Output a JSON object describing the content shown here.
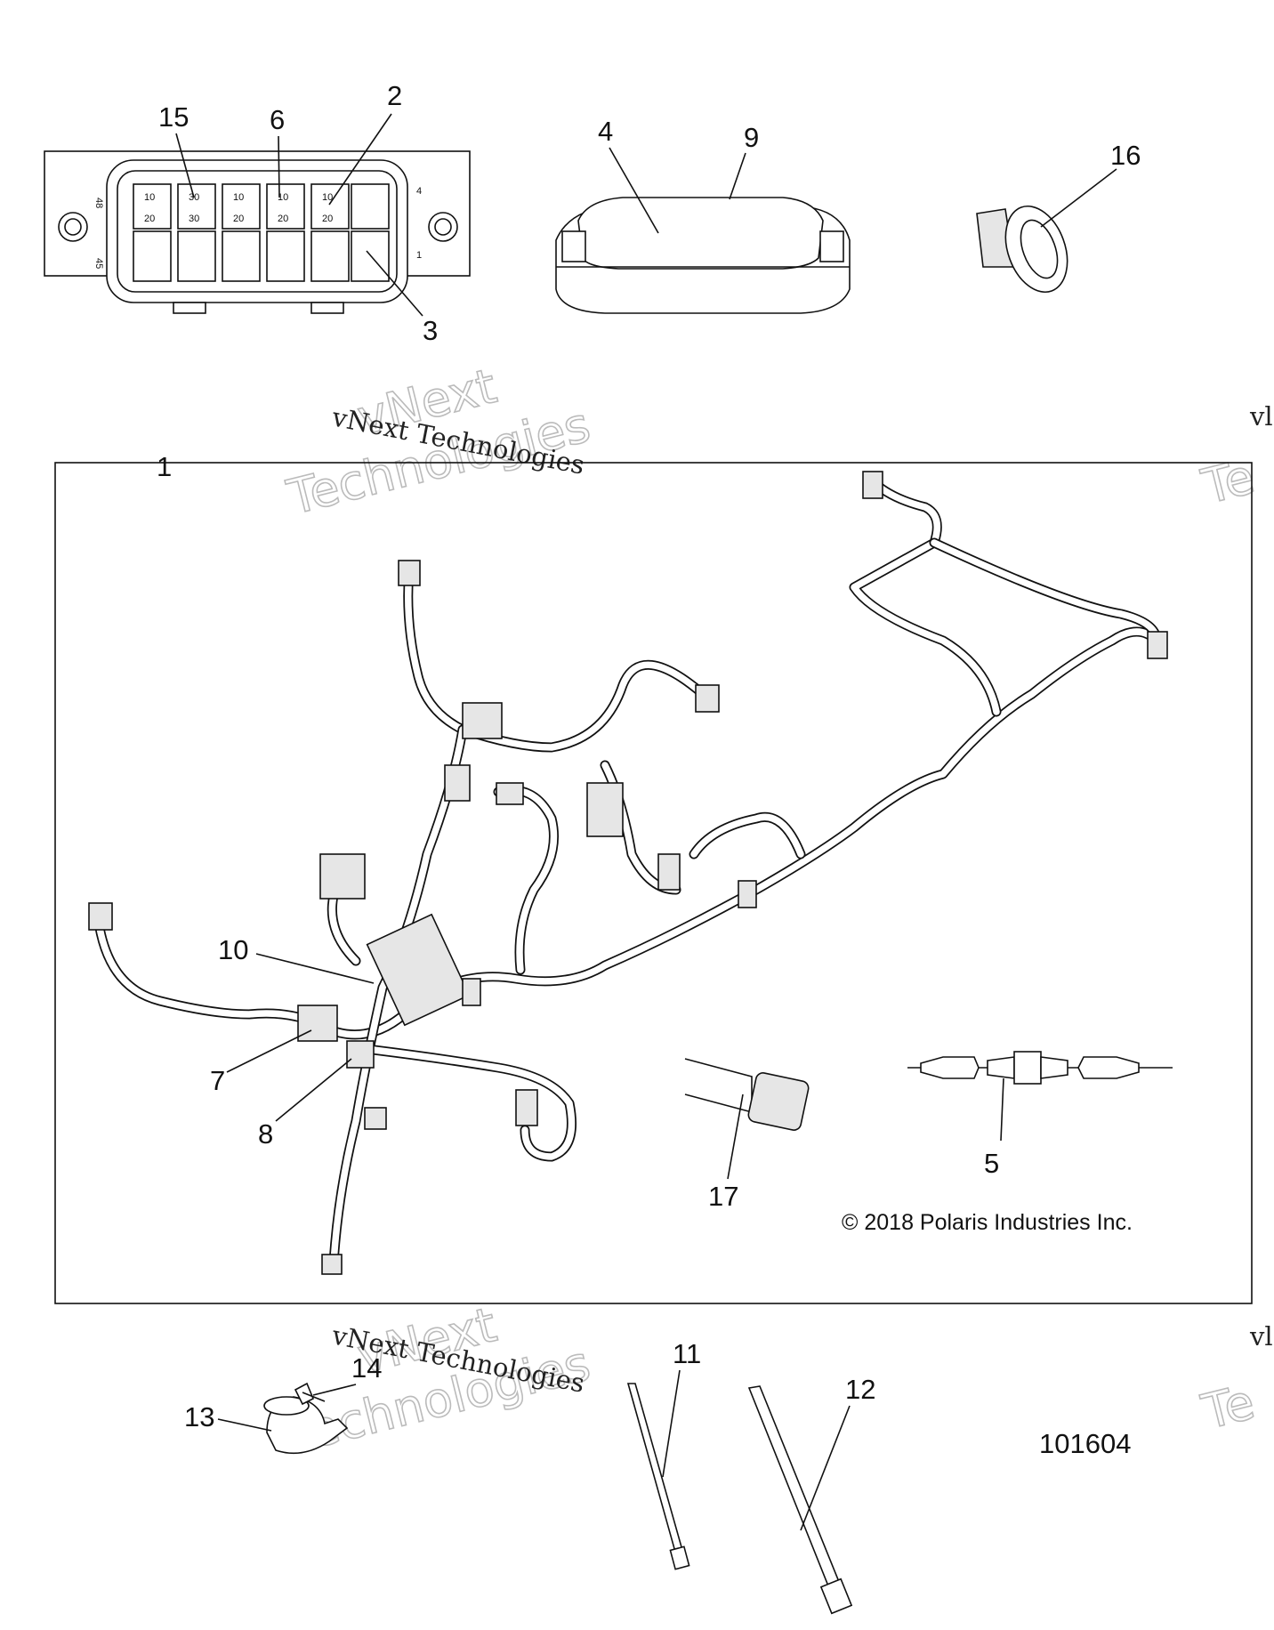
{
  "callouts": {
    "c1": "1",
    "c2": "2",
    "c3": "3",
    "c4": "4",
    "c5": "5",
    "c6": "6",
    "c7": "7",
    "c8": "8",
    "c9": "9",
    "c10": "10",
    "c11": "11",
    "c12": "12",
    "c13": "13",
    "c14": "14",
    "c15": "15",
    "c16": "16",
    "c17": "17"
  },
  "fuse_box": {
    "pin_labels": [
      "48",
      "4",
      "45",
      "1"
    ],
    "fuse_ratings_top": [
      "10",
      "30",
      "10",
      "10",
      "10"
    ],
    "fuse_ratings_bottom": [
      "20",
      "30",
      "20",
      "20",
      "20"
    ]
  },
  "copyright": "© 2018 Polaris Industries Inc.",
  "document_number": "101604",
  "watermarks": {
    "line1": "vNext Technologies",
    "outline_top": "vNext",
    "outline_bottom": "Technologies",
    "edge_fragment": "vl",
    "edge_outline": "Te"
  }
}
